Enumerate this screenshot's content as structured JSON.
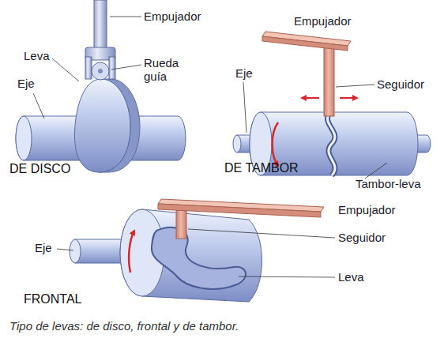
{
  "diagram": {
    "caption": "Tipo de levas: de disco, frontal y de tambor.",
    "labels": [
      "Empujador",
      "Leva",
      "Rueda guía",
      "Eje",
      "DE DISCO",
      "Empujador",
      "Seguidor",
      "Eje",
      "DE TAMBOR",
      "Tambor-leva",
      "Empujador",
      "Seguidor",
      "Eje",
      "Leva",
      "FRONTAL"
    ]
  }
}
